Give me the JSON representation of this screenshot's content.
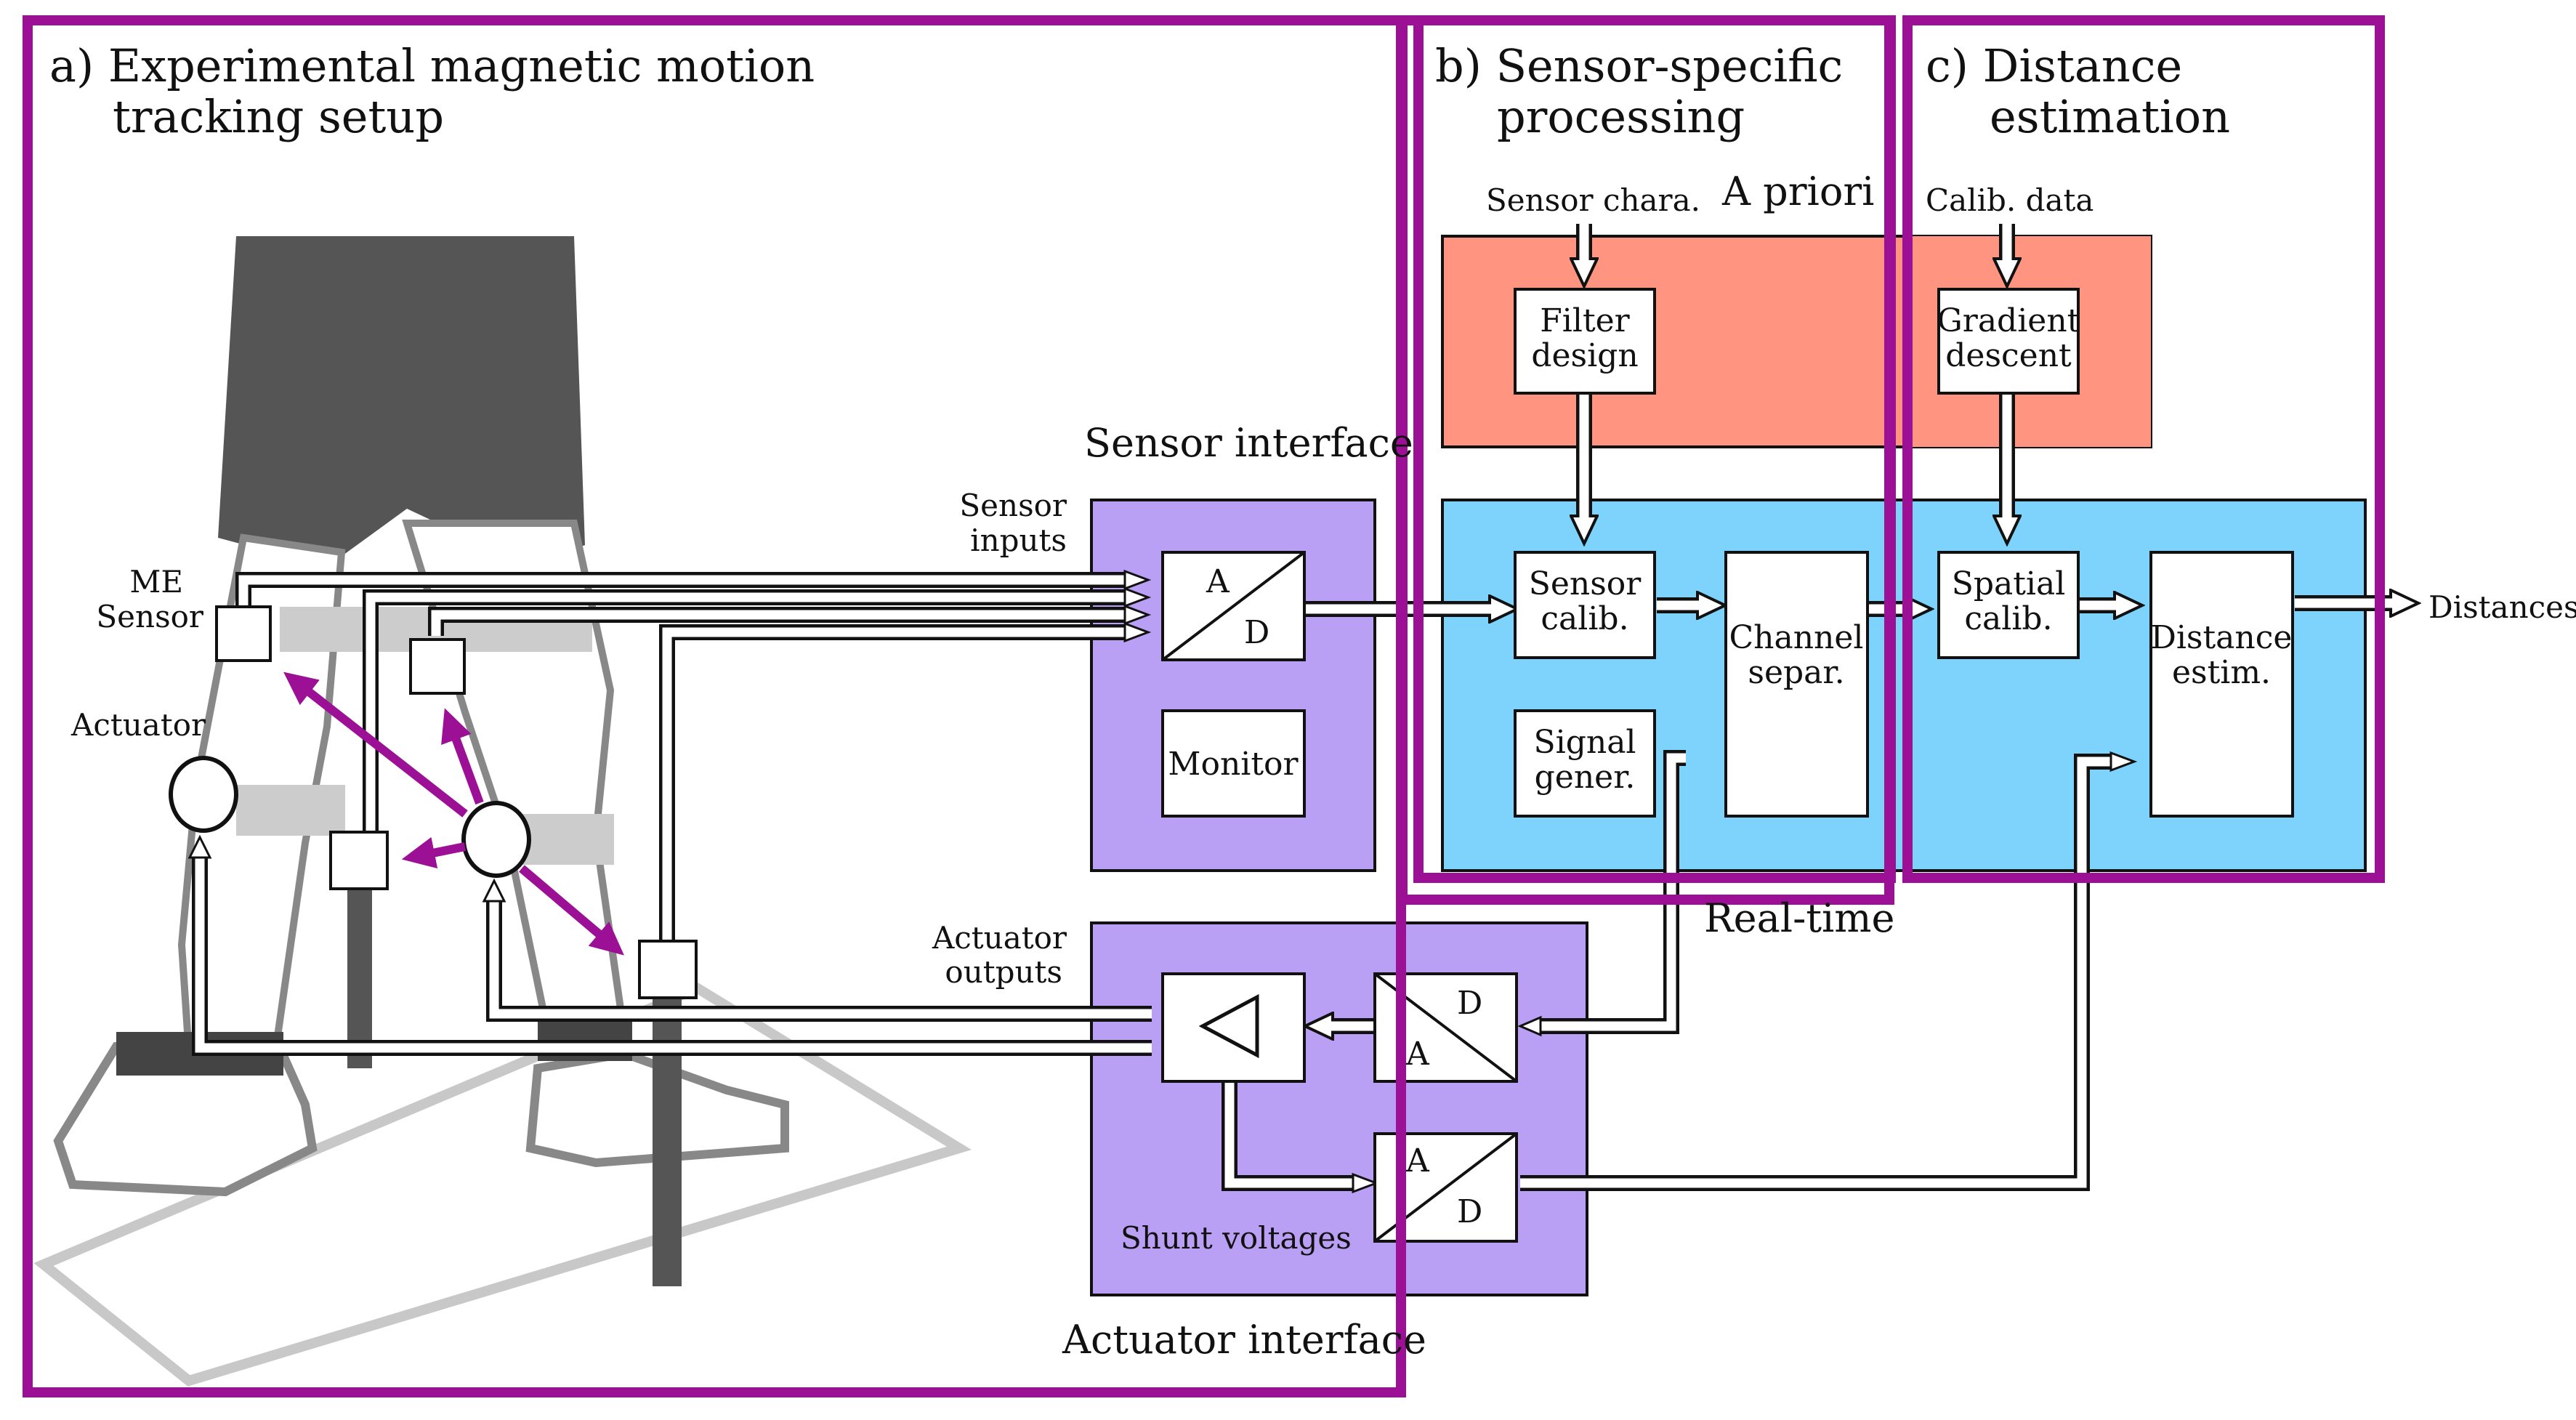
{
  "panels": {
    "a_title_line1": "a) Experimental magnetic motion",
    "a_title_line2": "tracking setup",
    "b_title_line1": "b) Sensor-specific",
    "b_title_line2": "processing",
    "c_title_line1": "c) Distance",
    "c_title_line2": "estimation"
  },
  "labels": {
    "a_priori": "A priori",
    "real_time": "Real-time",
    "sensor_interface": "Sensor interface",
    "actuator_interface": "Actuator interface",
    "sensor_inputs_1": "Sensor",
    "sensor_inputs_2": "inputs",
    "actuator_outputs_1": "Actuator",
    "actuator_outputs_2": "outputs",
    "shunt_voltages": "Shunt voltages",
    "me_sensor_1": "ME",
    "me_sensor_2": "Sensor",
    "actuator": "Actuator",
    "sensor_chara": "Sensor chara.",
    "calib_data": "Calib. data",
    "distances": "Distances"
  },
  "blocks": {
    "adc_a": "A",
    "adc_d": "D",
    "monitor": "Monitor",
    "filter_design_1": "Filter",
    "filter_design_2": "design",
    "gradient_descent_1": "Gradient",
    "gradient_descent_2": "descent",
    "sensor_calib_1": "Sensor",
    "sensor_calib_2": "calib.",
    "signal_gener_1": "Signal",
    "signal_gener_2": "gener.",
    "channel_separ_1": "Channel",
    "channel_separ_2": "separ.",
    "spatial_calib_1": "Spatial",
    "spatial_calib_2": "calib.",
    "distance_estim_1": "Distance",
    "distance_estim_2": "estim.",
    "dac_d": "D",
    "dac_a": "A",
    "adc2_a": "A",
    "adc2_d": "D"
  },
  "colors": {
    "frame": "#9b1094",
    "a_priori_bg": "#ff9480",
    "real_time_bg": "#7dd3fc",
    "interface_bg": "#b9a0f5",
    "legs": "#555555"
  }
}
